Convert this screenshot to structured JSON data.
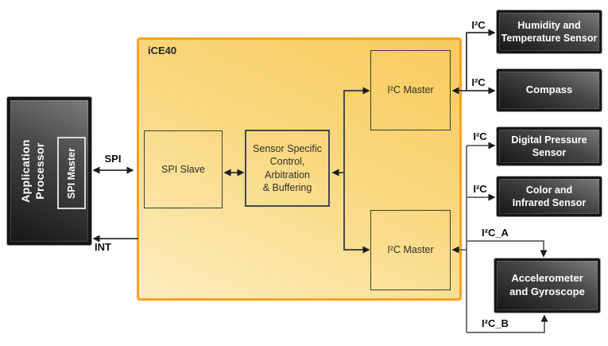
{
  "ice40": {
    "title": "iCE40",
    "spi_slave": "SPI Slave",
    "sensor_control": "Sensor Specific\nControl, Arbitration\n& Buffering",
    "i2c_master_top": "I²C Master",
    "i2c_master_bottom": "I²C Master"
  },
  "processor": {
    "name": "Application\nProcessor",
    "spi_master": "SPI Master"
  },
  "sensors": [
    {
      "label": "Humidity and\nTemperature Sensor"
    },
    {
      "label": "Compass"
    },
    {
      "label": "Digital Pressure\nSensor"
    },
    {
      "label": "Color and\nInfrared Sensor"
    },
    {
      "label": "Accelerometer\nand Gyroscope"
    }
  ],
  "signals": {
    "spi": "SPI",
    "int": "INT",
    "i2c": "I²C",
    "i2c_a": "I²C_A",
    "i2c_b": "I²C_B"
  },
  "colors": {
    "ice40_border": "#F7A21E",
    "ice40_fill_dark": "#F8CB5C",
    "ice40_fill_light": "#FCEDBE",
    "dark_box_light": "#7B7B7B",
    "dark_box_dark": "#161616",
    "connector_dark": "#48494B",
    "connector_gray": "#737477",
    "text_light": "#FFFFFF",
    "text_dark": "#2F2F2F"
  }
}
